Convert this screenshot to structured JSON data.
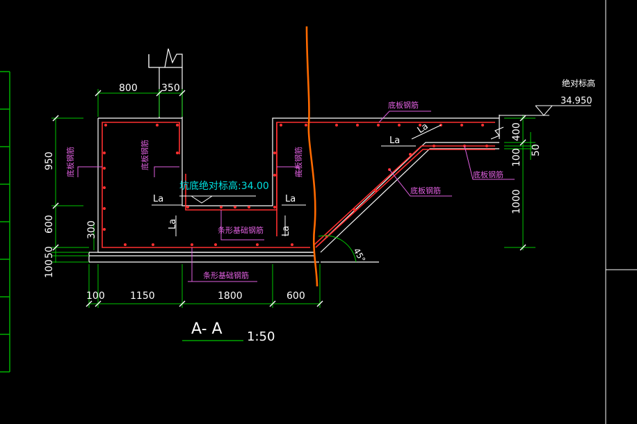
{
  "drawing": {
    "section_title": "A- A",
    "scale": "1:50",
    "elevation_label": "坑底绝对标高:34.00",
    "absolute_elevation": {
      "label": "绝对标高",
      "value": "34.950"
    },
    "annotations": {
      "slab_rebar": "底板钢筋",
      "strip_footing_rebar": "条形基础钢筋",
      "anchorage": "La",
      "angle": "45°"
    },
    "dimensions": {
      "top": [
        "800",
        "350"
      ],
      "left_vertical": [
        "950",
        "600",
        "300",
        "50",
        "100"
      ],
      "bottom": [
        "100",
        "1150",
        "1800",
        "600"
      ],
      "right_vertical": [
        "400",
        "50",
        "100",
        "1000"
      ]
    }
  },
  "colors": {
    "background": "#000000",
    "rebar": "#ff3030",
    "outline": "#ffffff",
    "dimension": "#00c800",
    "dim_text": "#ffffff",
    "note": "#e060e0",
    "elevation": "#00e0e0",
    "cut_line": "#ff6a00",
    "grid_line": "#00b000"
  }
}
